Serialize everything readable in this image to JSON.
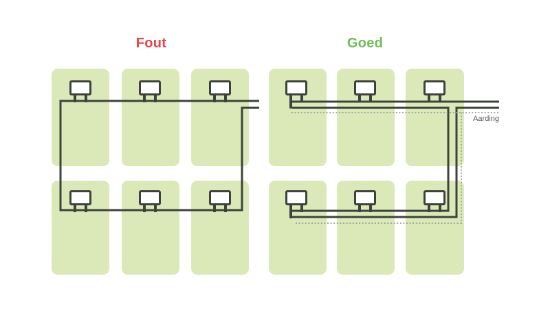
{
  "diagram_left": {
    "title": "Fout",
    "rows": 2,
    "cols": 3
  },
  "diagram_right": {
    "title": "Goed",
    "rows": 2,
    "cols": 3,
    "ground_label": "Aarding"
  },
  "colors": {
    "background": "#ffffff",
    "panel": "#dbe9b8",
    "cable": "#3e423c",
    "dotted": "#9a9c96",
    "box_fill": "#ffffff",
    "fout_red": "#ee4146",
    "goed_green": "#6dbe58",
    "aarding_text": "#55575a"
  }
}
